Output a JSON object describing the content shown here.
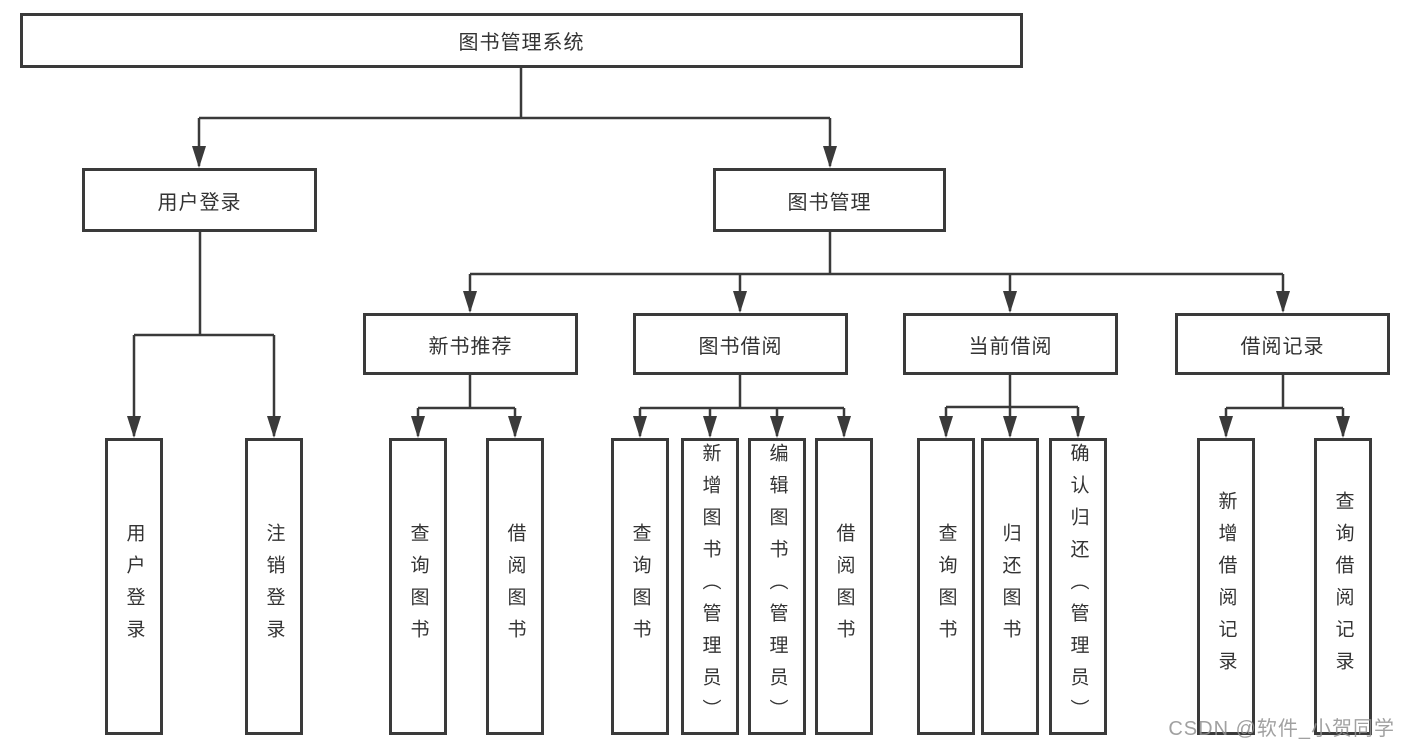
{
  "diagram": {
    "root": "图书管理系统",
    "l2": [
      "用户登录",
      "图书管理"
    ],
    "l3": [
      "新书推荐",
      "图书借阅",
      "当前借阅",
      "借阅记录"
    ],
    "leaves": [
      "用户登录",
      "注销登录",
      "查询图书",
      "借阅图书",
      "查询图书",
      "新增图书（管理员）",
      "编辑图书（管理员）",
      "借阅图书",
      "查询图书",
      "归还图书",
      "确认归还（管理员）",
      "新增借阅记录",
      "查询借阅记录"
    ],
    "watermark": "CSDN @软件_小贺同学",
    "colors": {
      "line": "#3a3a3a",
      "text": "#333333",
      "watermark": "#919191",
      "background": "#ffffff"
    }
  }
}
